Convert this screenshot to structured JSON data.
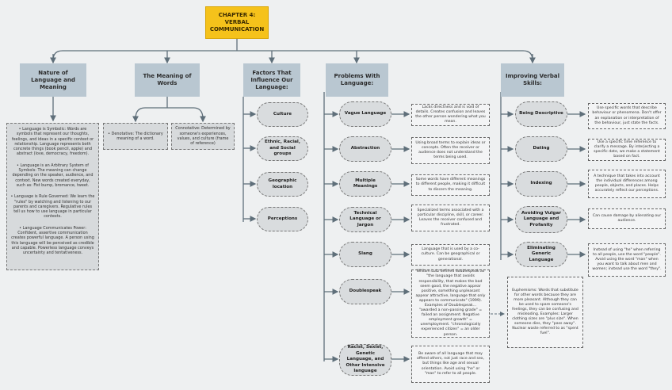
{
  "root": {
    "title": "CHAPTER 4: VERBAL COMMUNICATION"
  },
  "categories": [
    "Nature of Language and Meaning",
    "The Meaning of Words",
    "Factors That Influence Our Language:",
    "Problems With Language:",
    "Improving Verbal Skills:"
  ],
  "nature_notes": [
    "• Language is Symbolic: Words are symbols that represent our thoughts, feelings, and ideas in a specific context or relationship. Language represents both concrete things (book pencil, apple) and abstract (love, democracy, freedom).",
    "• Language is an Arbitrary System of Symbols: The meaning can change depending on the speaker, audience, and context. New words created everyday, such as: Fist bump, bromance, tweet.",
    "• Language is Rule Governed: We learn the \"rules\" by watching and listening to our parents and caregivers. Regulative rules tell us how to use language in particular contexts.",
    "• Language Communicates Power: Confident, assertive communication creates powerful language. A person using this language will be perceived as credible and capable. Powerless language conveys uncertainty and tentativeness."
  ],
  "meaning": {
    "denotative": "• Denotative: The dictionary meaning of a word.",
    "connotative": "Connotative: Determined by someone's experiences, values, and culture (frame of reference)"
  },
  "factors": [
    "Culture",
    "Ethnic, Racial, and Social groups",
    "Geographic location",
    "Perceptions"
  ],
  "problems": [
    {
      "label": "Vague Language",
      "note": "Lacks directness and is void of details. Creates confusion and leaves the other person wondering what you mean."
    },
    {
      "label": "Abstraction",
      "note": "Using broad terms to explain ideas or concepts. Often the receiver or audience does not understand the terms being used."
    },
    {
      "label": "Multiple Meanings",
      "note": "Some words have different meanings to different people, making it difficult to discern the meaning."
    },
    {
      "label": "Technical Language or Jargon",
      "note": "Specialized terms associated with a particular discipline, skill, or career. Leaves the receiver confused and frustrated."
    },
    {
      "label": "Slang",
      "note": "Language that is used by a co-culture. Can be geographical or generational."
    },
    {
      "label": "Doublespeak",
      "note": "William Lutz defined doublespeak as \"the language that avoids responsibility, that makes the bad seem good, the negative appear positive, something unpleasant appear attractive, language that only appears to communicate\" (1999). Examples of Doublespeak... \"awarded a non-passing grade\" = failed an assignment. Negative employment growth\" = unemployment. \"chronologically experienced citizen\" = an older person."
    },
    {
      "label": "Racist, Sexist, Genetic Language, and Other Intensive language",
      "note": "Be aware of all language that may offend others, not just race and sex, but things like age and sexual orientation. Avoid using \"he\" or \"man\" to refer to all people."
    }
  ],
  "euphemisms": "Euphemisms: Words that substitute for other words because they are more pleasant. Although they can be used to spare someone's feelings, they can be confusing and misleading. Examples: Larger clothing sizes are \"plus size\". When someone dies, they \"pass away\". Nuclear waste referred to as \"spent fuel\".",
  "skills": [
    {
      "label": "Being Descriptive",
      "note": "Use specific words that describe behaviour or phenomena. Don't offer an explanation or interpretation of the behaviour, just state the facts."
    },
    {
      "label": "Dating",
      "note": "Use a specific time reference to clarify a message. By interjecting a specific date, we make a statement based on fact."
    },
    {
      "label": "Indexing",
      "note": "A technique that takes into account the individual differences among people, objects, and places. Helps accurately reflect our perceptions."
    },
    {
      "label": "Avoiding Vulgar Language and Profanity",
      "note": "Can cause damage by alienating our audience."
    },
    {
      "label": "Eliminating Generic Language",
      "note": "Instead of using \"he\" when referring to all people, use the word \"people\". Avoid using the word \"man\" when you want to talk about men and women; instead use the word \"they\"."
    }
  ],
  "colors": {
    "root": "#f5c21b",
    "category": "#b9c7d1",
    "pill": "#d9dcde",
    "line": "#5f6f7a",
    "background": "#eef0f1"
  }
}
